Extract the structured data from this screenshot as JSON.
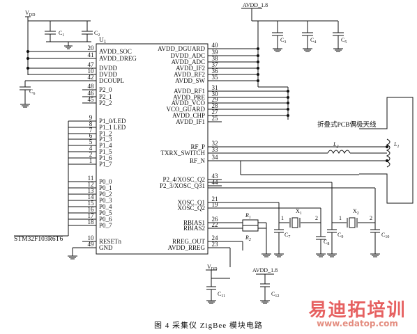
{
  "rails": {
    "vdd": "V",
    "vdd_sub": "DD",
    "avdd": "AVDD_1.8"
  },
  "chip": {
    "ref": "U",
    "ref_sub": "1",
    "part_number": "STM32F103R6T6",
    "left_pins": [
      {
        "num": "20",
        "name": "AVDD_SOC"
      },
      {
        "num": "41",
        "name": "AVDD_DREG"
      },
      {
        "num": "47",
        "name": "DVDD"
      },
      {
        "num": "10",
        "name": "DVDD"
      },
      {
        "num": "42",
        "name": "DCOUPL"
      },
      {
        "num": "48",
        "name": "P2_0"
      },
      {
        "num": "46",
        "name": "P2_1"
      },
      {
        "num": "45",
        "name": "P2_2"
      },
      {
        "num": "9",
        "name": "P1_0/LED"
      },
      {
        "num": "8",
        "name": "P1_1 LED"
      },
      {
        "num": "7",
        "name": "P1_2"
      },
      {
        "num": "6",
        "name": "P1_3"
      },
      {
        "num": "5",
        "name": "P1_4"
      },
      {
        "num": "4",
        "name": "P1_5"
      },
      {
        "num": "2",
        "name": "P1_6"
      },
      {
        "num": "1",
        "name": "P1_7"
      },
      {
        "num": "11",
        "name": "P0_0"
      },
      {
        "num": "12",
        "name": "P0_1"
      },
      {
        "num": "13",
        "name": "P0_2"
      },
      {
        "num": "14",
        "name": "P0_3"
      },
      {
        "num": "15",
        "name": "P0_4"
      },
      {
        "num": "16",
        "name": "P0_5"
      },
      {
        "num": "17",
        "name": "P0_6"
      },
      {
        "num": "18",
        "name": "P0_7"
      },
      {
        "num": "10",
        "name": "RESETn"
      },
      {
        "num": "49",
        "name": "GND"
      }
    ],
    "right_pins": [
      {
        "num": "40",
        "name": "AVDD_DGUARD"
      },
      {
        "num": "39",
        "name": "DVDD_ADC"
      },
      {
        "num": "38",
        "name": "AVDD_ADC"
      },
      {
        "num": "37",
        "name": "AVDD_IF2"
      },
      {
        "num": "36",
        "name": "AVDD_RF2"
      },
      {
        "num": "35",
        "name": "AVDD_SW"
      },
      {
        "num": "31",
        "name": "AVDD_RF1"
      },
      {
        "num": "30",
        "name": "AVDD_PRE"
      },
      {
        "num": "29",
        "name": "AVDD_VCO"
      },
      {
        "num": "28",
        "name": "VCO_GUARD"
      },
      {
        "num": "27",
        "name": "AVDD_CHP"
      },
      {
        "num": "25",
        "name": "AVDD_IF1"
      },
      {
        "num": "32",
        "name": "RF_P"
      },
      {
        "num": "33",
        "name": "TXRX_SWITCH"
      },
      {
        "num": "34",
        "name": "RF_N"
      },
      {
        "num": "43",
        "name": "P2_4/XOSC_Q2"
      },
      {
        "num": "44",
        "name": "P2_3/XOSC_Q31"
      },
      {
        "num": "21",
        "name": "XOSC_Q1"
      },
      {
        "num": "19",
        "name": "XOSC_Q2"
      },
      {
        "num": "26",
        "name": "RBIAS1"
      },
      {
        "num": "22",
        "name": "RBIAS2"
      },
      {
        "num": "24",
        "name": "RREG_OUT"
      },
      {
        "num": "23",
        "name": "AVDD_RREG"
      }
    ]
  },
  "components": {
    "c1": {
      "ref": "C",
      "sub": "1"
    },
    "c2": {
      "ref": "C",
      "sub": "2"
    },
    "c3": {
      "ref": "C",
      "sub": "3"
    },
    "c4": {
      "ref": "C",
      "sub": "4"
    },
    "c5": {
      "ref": "C",
      "sub": "5"
    },
    "c6": {
      "ref": "C",
      "sub": "6"
    },
    "c7": {
      "ref": "C",
      "sub": "7"
    },
    "c8": {
      "ref": "C",
      "sub": "8"
    },
    "c9": {
      "ref": "C",
      "sub": "9"
    },
    "c10": {
      "ref": "C",
      "sub": "10"
    },
    "c11": {
      "ref": "C",
      "sub": "11"
    },
    "c12": {
      "ref": "C",
      "sub": "12"
    },
    "r1": {
      "ref": "R",
      "sub": "1"
    },
    "r2": {
      "ref": "R",
      "sub": "2"
    },
    "l1": {
      "ref": "L",
      "sub": "1"
    },
    "l2": {
      "ref": "L",
      "sub": "2"
    },
    "x1": {
      "ref": "X",
      "sub": "1"
    },
    "x2": {
      "ref": "X",
      "sub": "2"
    },
    "x_pin1": "1",
    "x_pin2": "2"
  },
  "antenna_label": "折叠式PCB偶极天线",
  "caption": "图 4   采集仪 ZigBee 模块电路",
  "watermark": {
    "cn": "易迪拓培训",
    "url": "www.edatop.com"
  }
}
